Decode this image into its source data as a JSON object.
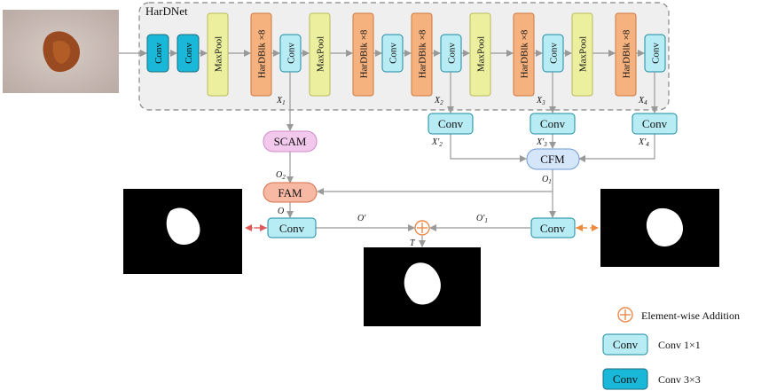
{
  "backbone": {
    "title": "HarDNet"
  },
  "blocks": {
    "conv": "Conv",
    "maxpool": "MaxPool",
    "hardblk": "HarDBlk ×8"
  },
  "modules": {
    "scam": "SCAM",
    "fam": "FAM",
    "cfm": "CFM",
    "conv": "Conv"
  },
  "signals": {
    "x1": "X",
    "x1_sub": "1",
    "x2": "X",
    "x2_sub": "2",
    "x3": "X",
    "x3_sub": "3",
    "x4": "X",
    "x4_sub": "4",
    "x2p": "X′",
    "x2p_sub": "2",
    "x3p": "X′",
    "x3p_sub": "3",
    "x4p": "X′",
    "x4p_sub": "4",
    "o2": "O",
    "o2_sub": "2",
    "o1": "O",
    "o1_sub": "1",
    "o": "O",
    "op": "O′",
    "o1p": "O′",
    "o1p_sub": "1",
    "t": "T"
  },
  "legend": {
    "addition": "Element-wise Addition",
    "conv_label": "Conv",
    "conv1": "Conv 1×1",
    "conv3": "Conv 3×3"
  },
  "colors": {
    "conv3x3": "#1ab8d8",
    "conv1x1": "#b7ecf4",
    "maxpool": "#ecef9e",
    "hardblk": "#f6b27e",
    "scam": "#f2c9ec",
    "fam": "#f7b8a4",
    "cfm": "#d6e6fa",
    "arrow": "#999999",
    "addition": "#ea8a4a"
  }
}
